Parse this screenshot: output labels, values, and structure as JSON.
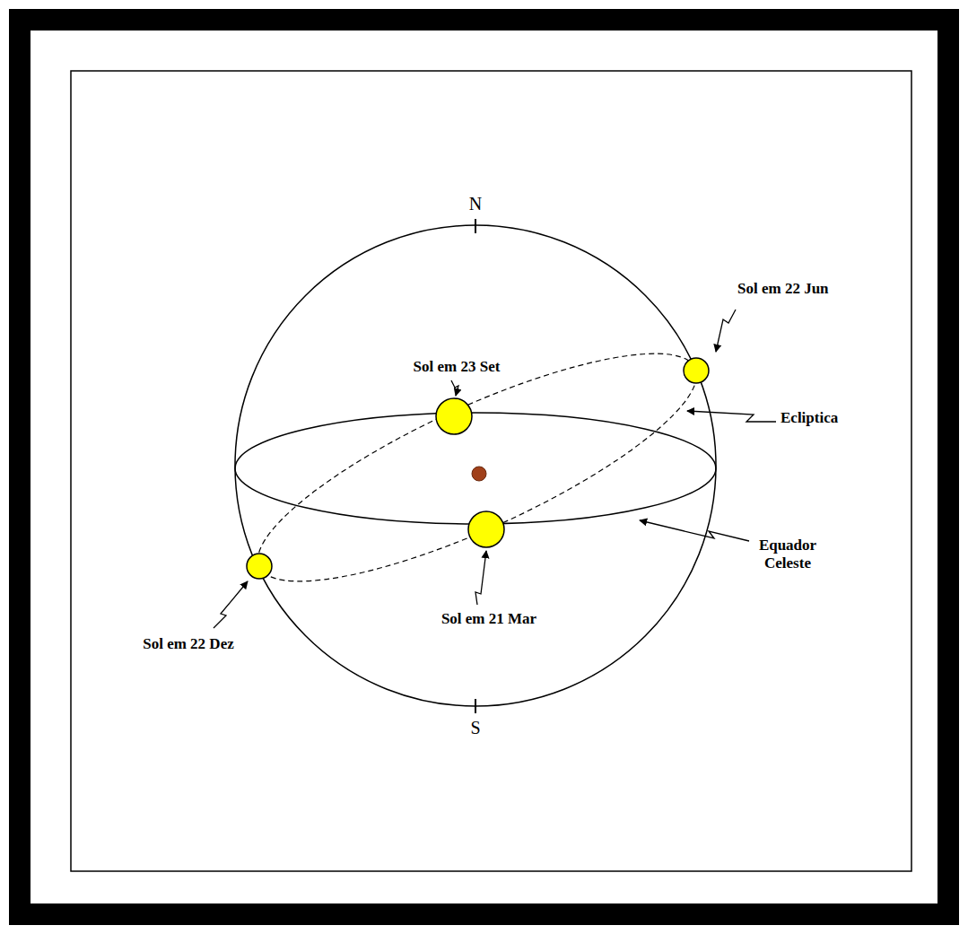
{
  "diagram": {
    "labels": [
      "N",
      "Sol em 23 Set",
      "Sol em 22 Jun",
      "Ecliptica",
      "Equador Celeste",
      "Sol em 21 Mar",
      "Sol em 22 Dez",
      "S"
    ]
  }
}
